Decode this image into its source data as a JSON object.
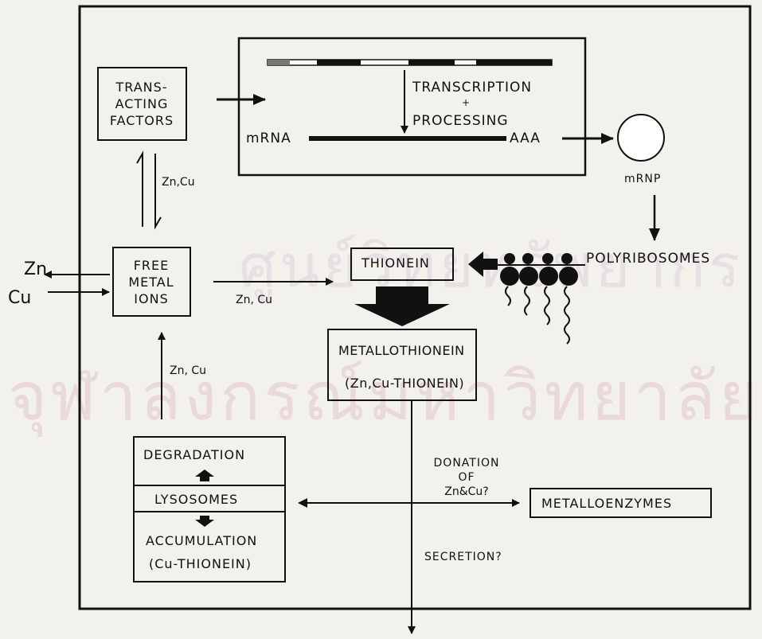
{
  "watermark": {
    "line1": "ศูนย์วิทยทรัพยากร",
    "line2": "จุฬาลงกรณ์มหาวิทยาลัย"
  },
  "nodes": {
    "trans_acting": [
      "TRANS-",
      "ACTING",
      "FACTORS"
    ],
    "transcription": "TRANSCRIPTION",
    "plus": "+",
    "processing": "PROCESSING",
    "mrna": "mRNA",
    "poly_a": "AAA",
    "mrnp": "mRNP",
    "free_metal": [
      "FREE",
      "METAL",
      "IONS"
    ],
    "thionein": "THIONEIN",
    "polyribosomes": "POLYRIBOSOMES",
    "metallothionein": "METALLOTHIONEIN",
    "metallothionein_sub": "(Zn,Cu-THIONEIN)",
    "degradation": "DEGRADATION",
    "lysosomes": "LYSOSOMES",
    "accumulation": "ACCUMULATION",
    "accumulation_sub": "(Cu-THIONEIN)",
    "metalloenzymes": "METALLOENZYMES"
  },
  "labels": {
    "zn_outside": "Zn",
    "cu_outside": "Cu",
    "zn_cu_equilibrium": "Zn,Cu",
    "zn_cu_to_thionein": "Zn, Cu",
    "zn_cu_from_degradation": "Zn, Cu",
    "donation": [
      "DONATION",
      "OF",
      "Zn&Cu?"
    ],
    "secretion": "SECRETION?"
  }
}
